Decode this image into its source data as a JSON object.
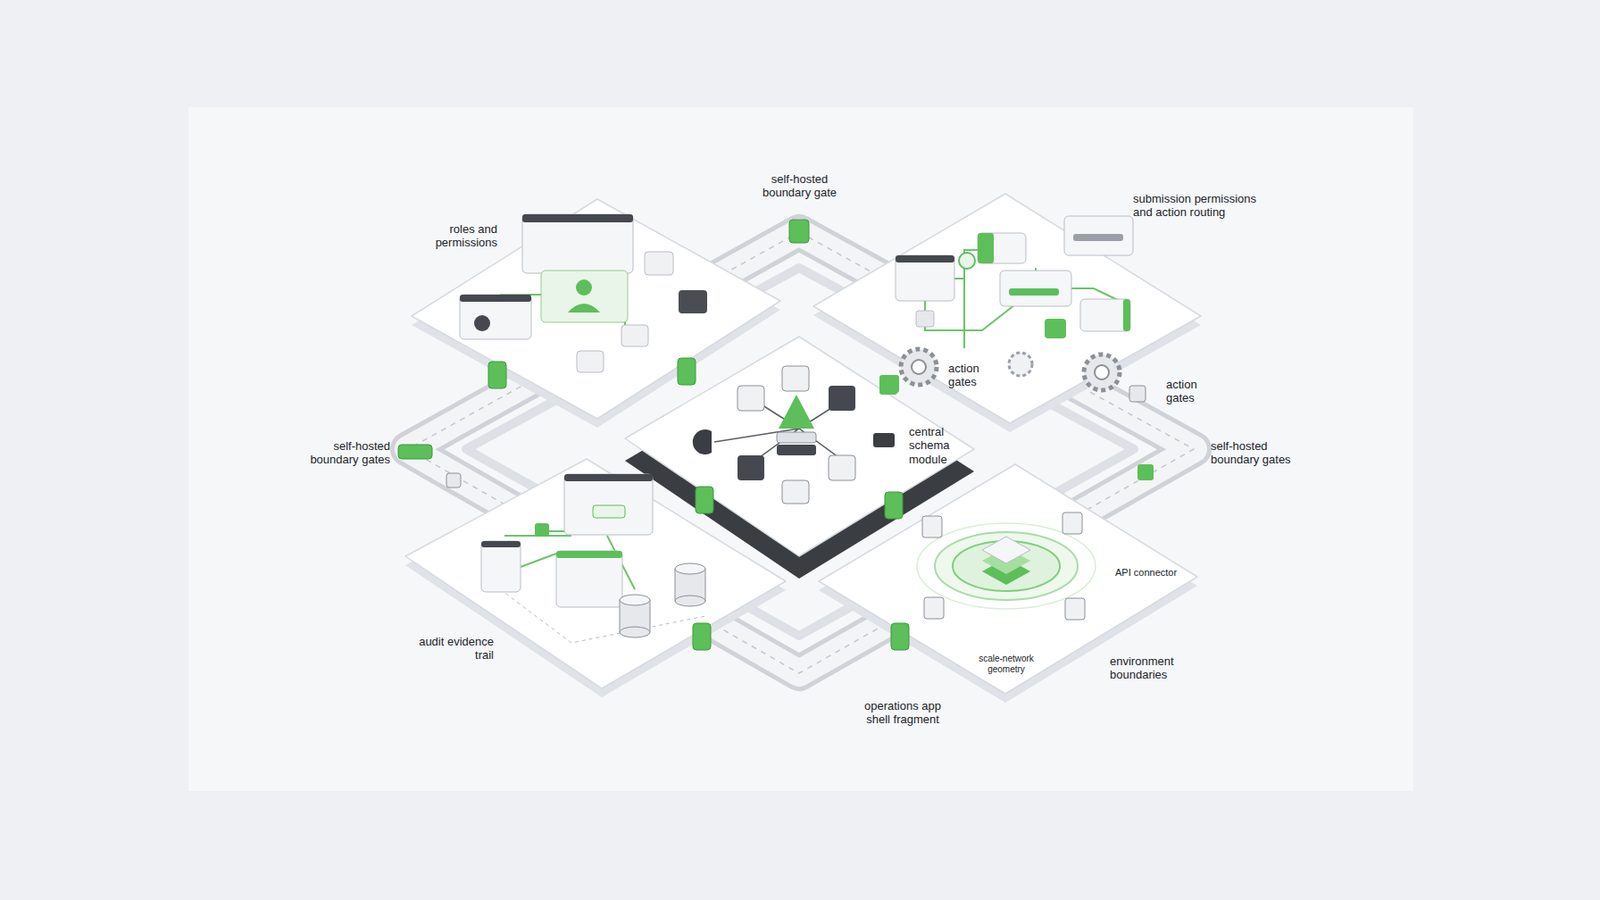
{
  "diagram": {
    "labels": [
      "self-hosted boundary gate",
      "submission permissions and action routing",
      "roles and permissions",
      "action gates",
      "action gates",
      "central schema module",
      "self-hosted boundary gates",
      "self-hosted boundary gates",
      "API connector",
      "scale-network geometry",
      "audit evidence trail",
      "environment boundaries",
      "operations app shell fragment"
    ]
  }
}
